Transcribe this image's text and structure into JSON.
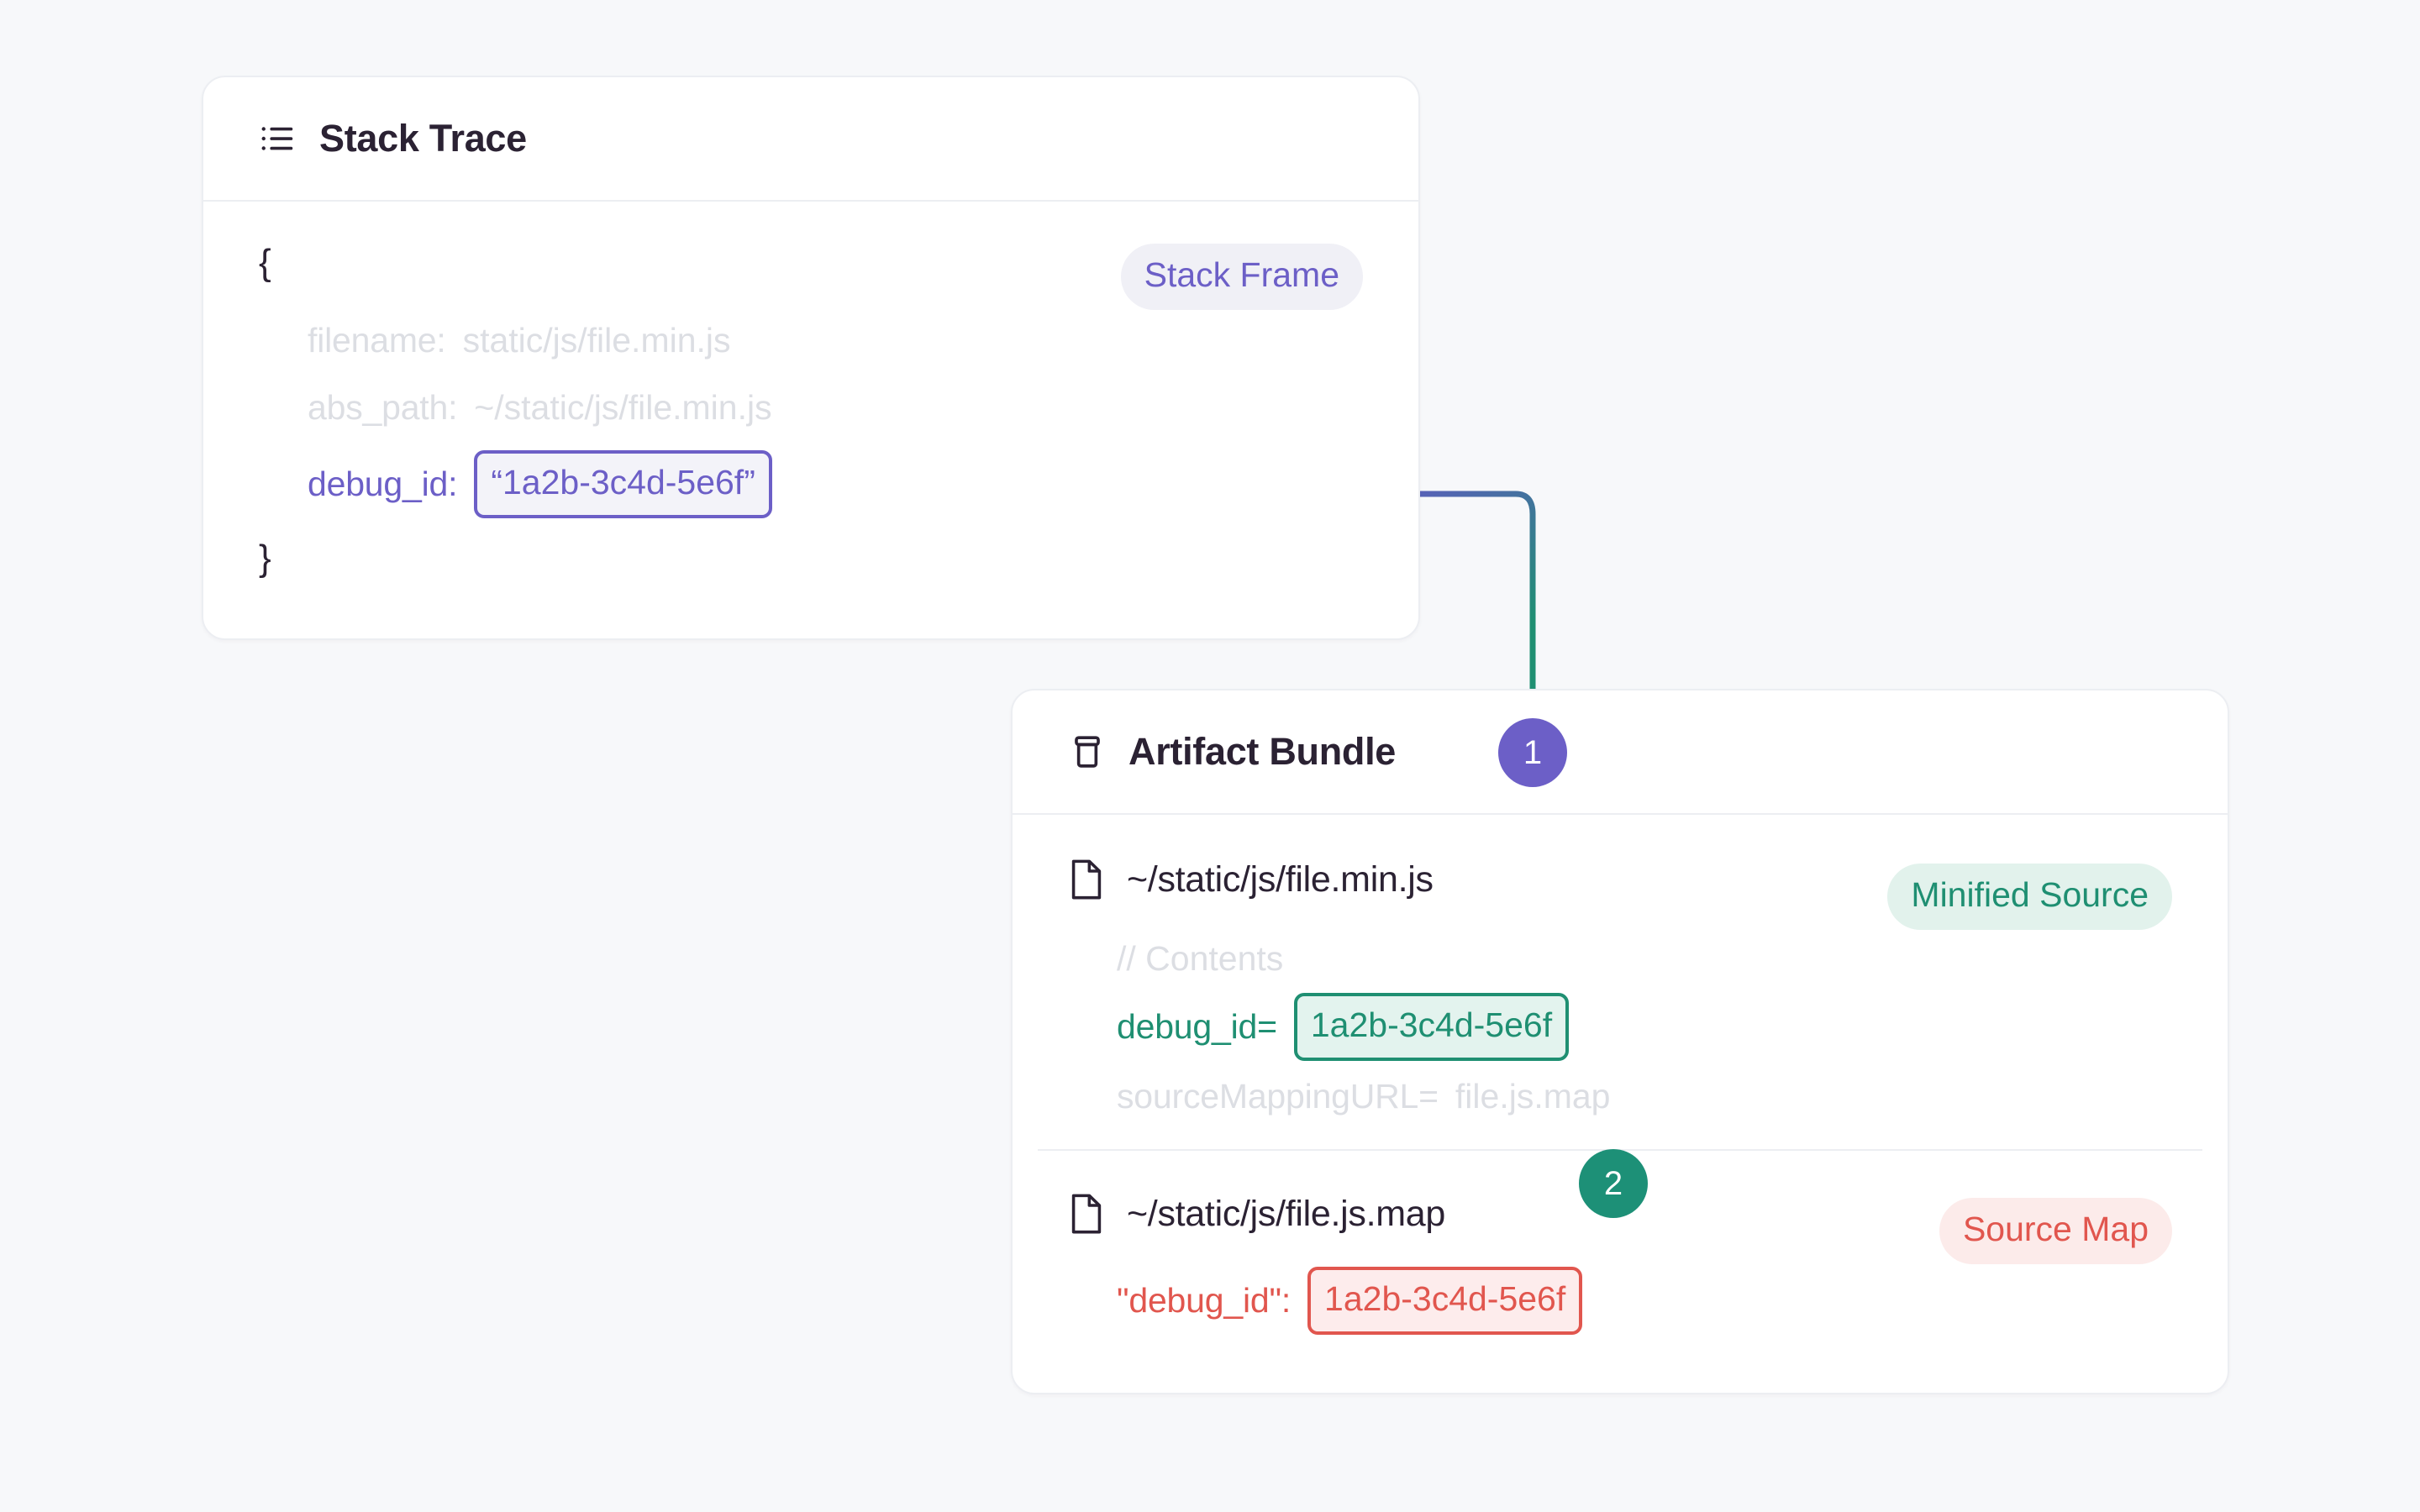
{
  "page": {
    "background_color": "#f7f8fa"
  },
  "colors": {
    "purple": "#6c5fc7",
    "teal": "#1f8f72",
    "teal_badge": "#1d9077",
    "red": "#e1564e",
    "ink": "#2b2233",
    "muted": "#dcdee3",
    "panel_border": "#eceef2"
  },
  "stack_trace_panel": {
    "title": "Stack Trace",
    "icon": "list-icon",
    "badge": "Stack Frame",
    "open_brace": "{",
    "close_brace": "}",
    "rows": [
      {
        "key": "filename:",
        "value": "static/js/file.min.js",
        "state": "muted"
      },
      {
        "key": "abs_path:",
        "value": "~/static/js/file.min.js",
        "state": "muted"
      },
      {
        "key": "debug_id:",
        "value": "“1a2b-3c4d-5e6f”",
        "state": "highlight-purple"
      }
    ]
  },
  "artifact_bundle_panel": {
    "title": "Artifact Bundle",
    "icon": "package-icon",
    "files": [
      {
        "name": "~/static/js/file.min.js",
        "icon": "file-icon",
        "badge": "Minified Source",
        "badge_style": "teal",
        "lines": [
          {
            "key": "// Contents",
            "value": "",
            "state": "muted"
          },
          {
            "key": "debug_id=",
            "value": "1a2b-3c4d-5e6f",
            "state": "highlight-teal"
          },
          {
            "key": "sourceMappingURL=",
            "value": "file.js.map",
            "state": "muted"
          }
        ]
      },
      {
        "name": "~/static/js/file.js.map",
        "icon": "file-icon",
        "badge": "Source Map",
        "badge_style": "red",
        "lines": [
          {
            "key": "\"debug_id\":",
            "value": "1a2b-3c4d-5e6f",
            "state": "highlight-red"
          }
        ]
      }
    ]
  },
  "steps": [
    {
      "label": "1",
      "style": "purple"
    },
    {
      "label": "2",
      "style": "teal"
    }
  ]
}
